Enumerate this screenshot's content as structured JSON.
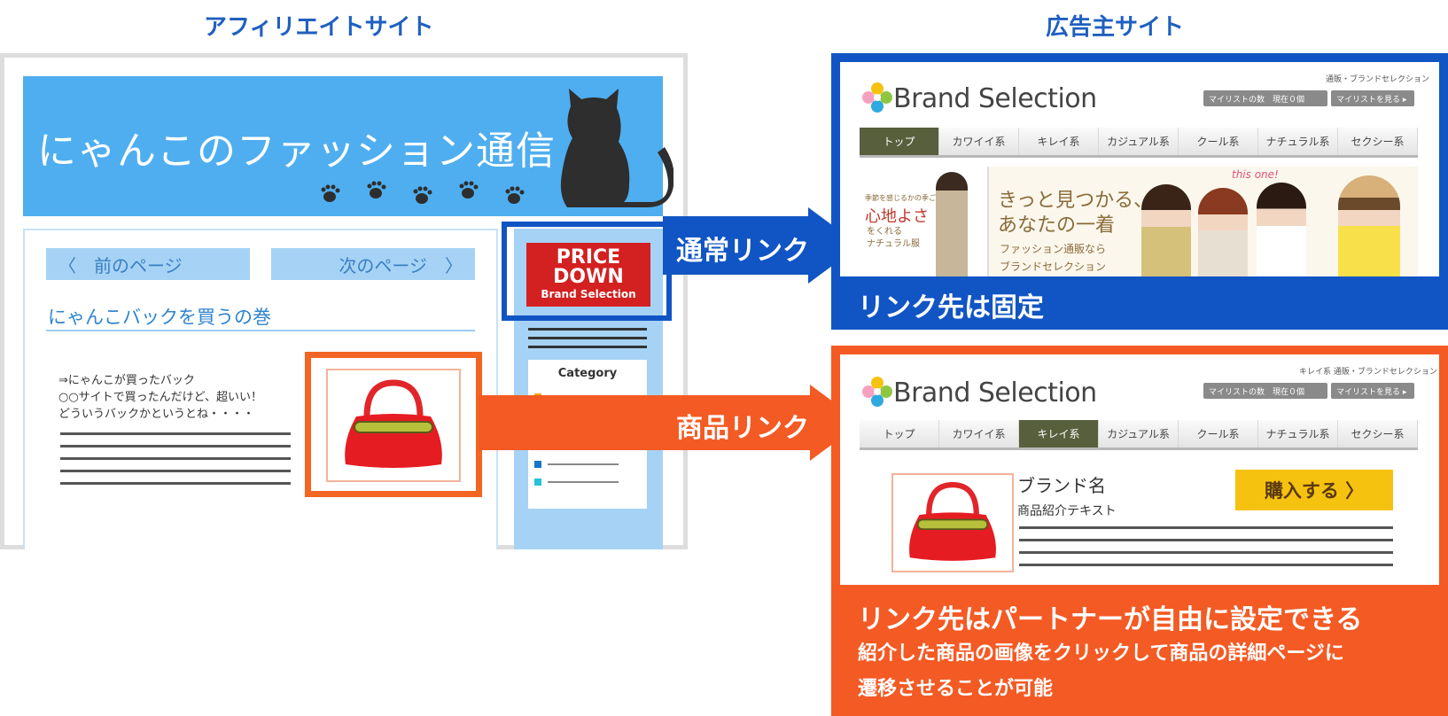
{
  "titles": {
    "affiliate": "アフィリエイトサイト",
    "advertiser": "広告主サイト"
  },
  "affiliate_site": {
    "header_title": "にゃんこのファッション通信",
    "prev_page": "〈　前のページ",
    "next_page": "次のページ　〉",
    "article_title": "にゃんこバックを買うの巻",
    "body_lines": [
      "⇒にゃんこが買ったバック",
      "○○サイトで買ったんだけど、超いい！",
      "どういうバックかというとね・・・・"
    ],
    "banner": {
      "line1": "PRICE",
      "line2": "DOWN",
      "line3": "Brand Selection"
    },
    "category_title": "Category",
    "category_colors": [
      "#f5a623",
      "#111111",
      "#1677c9",
      "#23c3d8"
    ]
  },
  "arrows": {
    "normal_link": "通常リンク",
    "product_link": "商品リンク"
  },
  "advertiser_site": {
    "logo": "Brand Selection",
    "top_right_blue": "通販・ブランドセレクション",
    "top_right_orange": "キレイ系 通販・ブランドセレクション",
    "mylist_count": "マイリストの数　現在０個",
    "mylist_view": "マイリストを見る ▸",
    "tabs": [
      "トップ",
      "カワイイ系",
      "キレイ系",
      "カジュアル系",
      "クール系",
      "ナチュラル系",
      "セクシー系"
    ],
    "blue_active_tab": 0,
    "orange_active_tab": 2,
    "hero": {
      "small": "季節を感じるかの季ごなし",
      "main": "心地よさ",
      "sub": "をくれる",
      "sub2": "ナチュラル服",
      "headline1": "きっと見つかる、",
      "headline2": "あなたの一着",
      "tag1": "ファッション通販なら",
      "tag2": "ブランドセレクション",
      "this_one": "this one!"
    },
    "brand_name": "ブランド名",
    "product_text": "商品紹介テキスト",
    "buy_button": "購入する 〉",
    "normal_caption": "リンク先は固定",
    "product_caption": "リンク先はパートナーが自由に設定できる",
    "product_desc_line1": "紹介した商品の画像をクリックして商品の詳細ページに",
    "product_desc_line2": "遷移させることが可能"
  },
  "colors": {
    "blue": "#1155c4",
    "orange": "#f45a24",
    "sky": "#4faeef"
  }
}
